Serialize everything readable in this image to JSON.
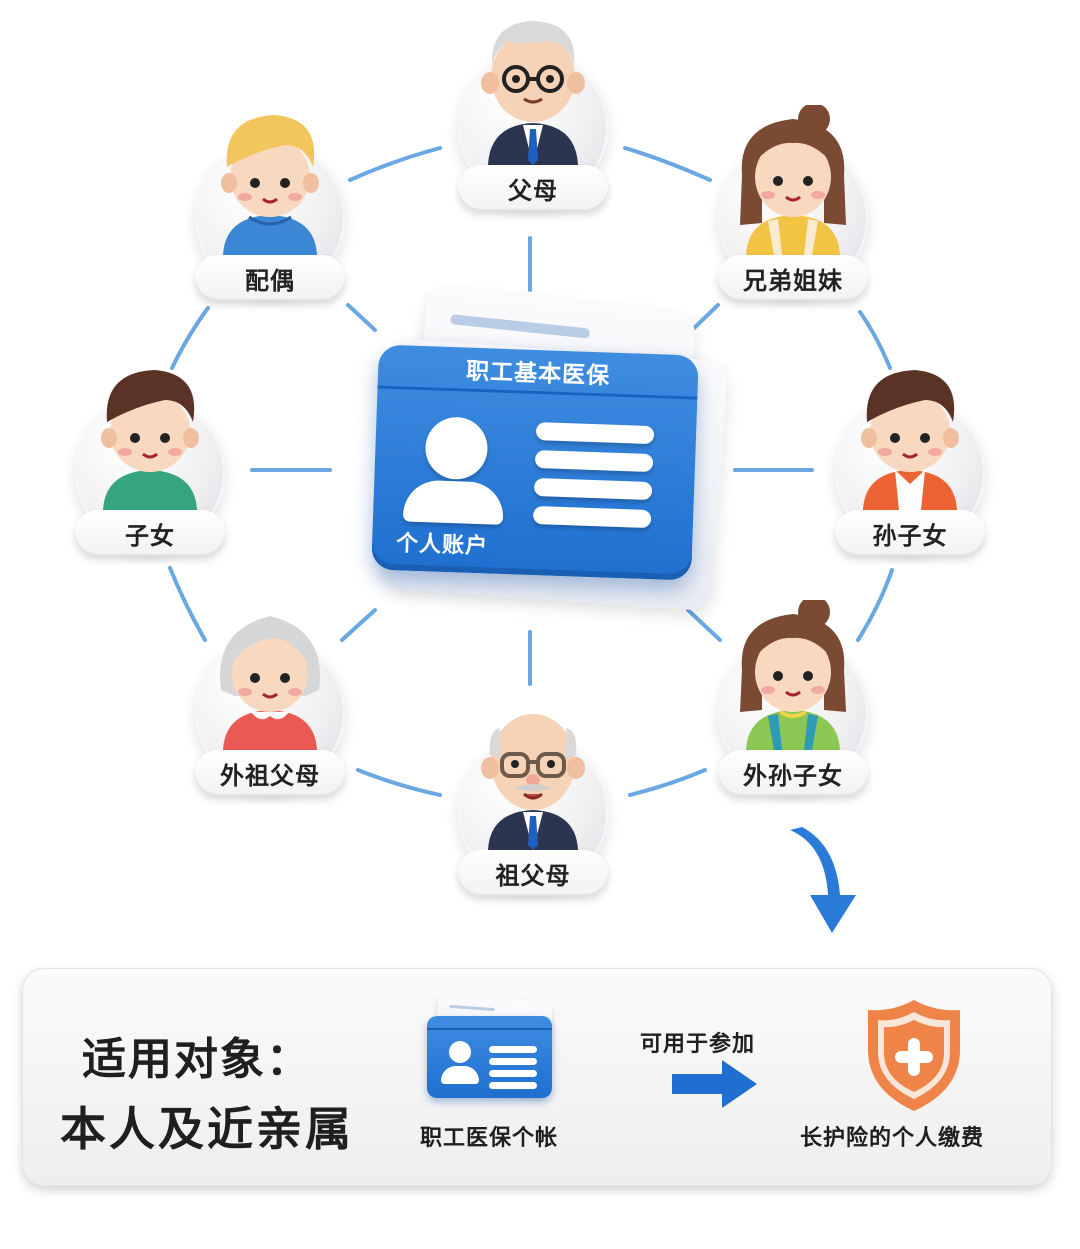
{
  "diagram": {
    "center_card": {
      "title": "职工基本医保",
      "subtitle": "个人账户",
      "color": "#2a7bd8"
    },
    "relatives": [
      {
        "id": "parents",
        "label": "父母",
        "position": "top"
      },
      {
        "id": "siblings",
        "label": "兄弟姐妹",
        "position": "top-right"
      },
      {
        "id": "grandchildren",
        "label": "孙子女",
        "position": "right"
      },
      {
        "id": "maternal-grandchildren",
        "label": "外孙子女",
        "position": "bottom-right"
      },
      {
        "id": "grandparents",
        "label": "祖父母",
        "position": "bottom"
      },
      {
        "id": "maternal-grandparents",
        "label": "外祖父母",
        "position": "bottom-left"
      },
      {
        "id": "children",
        "label": "子女",
        "position": "left"
      },
      {
        "id": "spouse",
        "label": "配偶",
        "position": "top-left"
      }
    ],
    "connector_color": "#5b9fe0",
    "arrow_color": "#2a7bd8"
  },
  "summary_panel": {
    "title": "适用对象：",
    "subtitle": "本人及近亲属",
    "card_label": "职工医保个帐",
    "flow_label": "可用于参加",
    "target_label": "长护险的个人缴费",
    "shield_color": "#ef8448",
    "flow_arrow_color": "#1f6fd0"
  }
}
